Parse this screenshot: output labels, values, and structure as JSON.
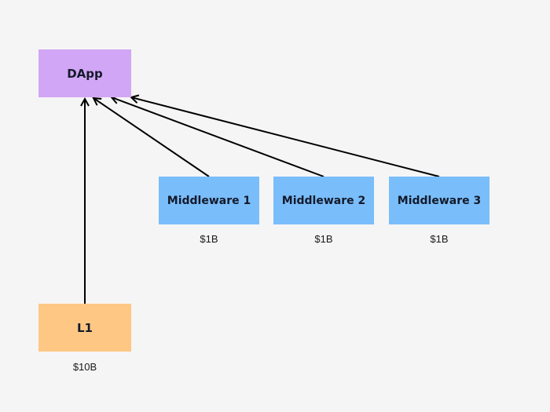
{
  "nodes": {
    "dapp": {
      "label": "DApp",
      "color": "#d2a6f6"
    },
    "middleware1": {
      "label": "Middleware 1",
      "amount": "$1B",
      "color": "#79bdfb"
    },
    "middleware2": {
      "label": "Middleware 2",
      "amount": "$1B",
      "color": "#79bdfb"
    },
    "middleware3": {
      "label": "Middleware 3",
      "amount": "$1B",
      "color": "#79bdfb"
    },
    "l1": {
      "label": "L1",
      "amount": "$10B",
      "color": "#fec784"
    }
  },
  "edges": [
    {
      "from": "l1",
      "to": "dapp"
    },
    {
      "from": "middleware1",
      "to": "dapp"
    },
    {
      "from": "middleware2",
      "to": "dapp"
    },
    {
      "from": "middleware3",
      "to": "dapp"
    }
  ],
  "background": "#f5f5f5"
}
